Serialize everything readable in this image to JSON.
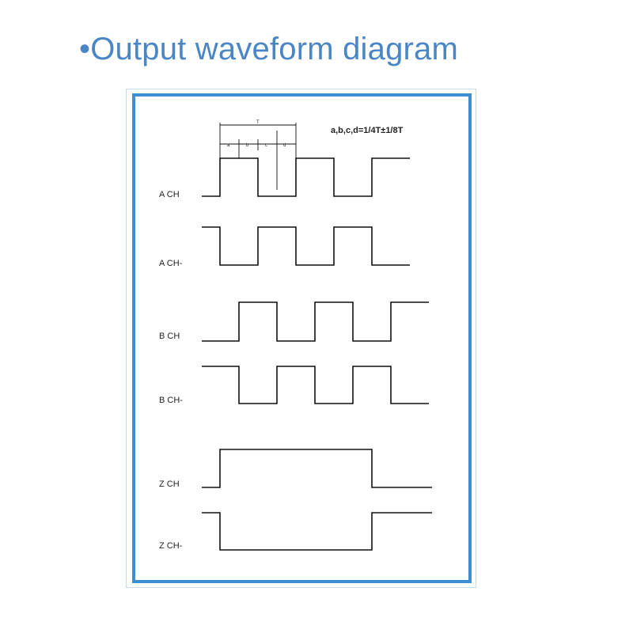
{
  "title": "•Output waveform diagram",
  "formula": "a,b,c,d=1/4T±1/8T",
  "channels": [
    {
      "label": "A CH"
    },
    {
      "label": "A CH-"
    },
    {
      "label": "B CH"
    },
    {
      "label": "B CH-"
    },
    {
      "label": "Z CH"
    },
    {
      "label": "Z CH-"
    }
  ],
  "dimension_marks": {
    "a": "a",
    "b": "b",
    "c": "c",
    "d": "d",
    "T": "T"
  },
  "colors": {
    "title": "#4a86c5",
    "frame": "#3d8fd4",
    "line": "#111111"
  }
}
